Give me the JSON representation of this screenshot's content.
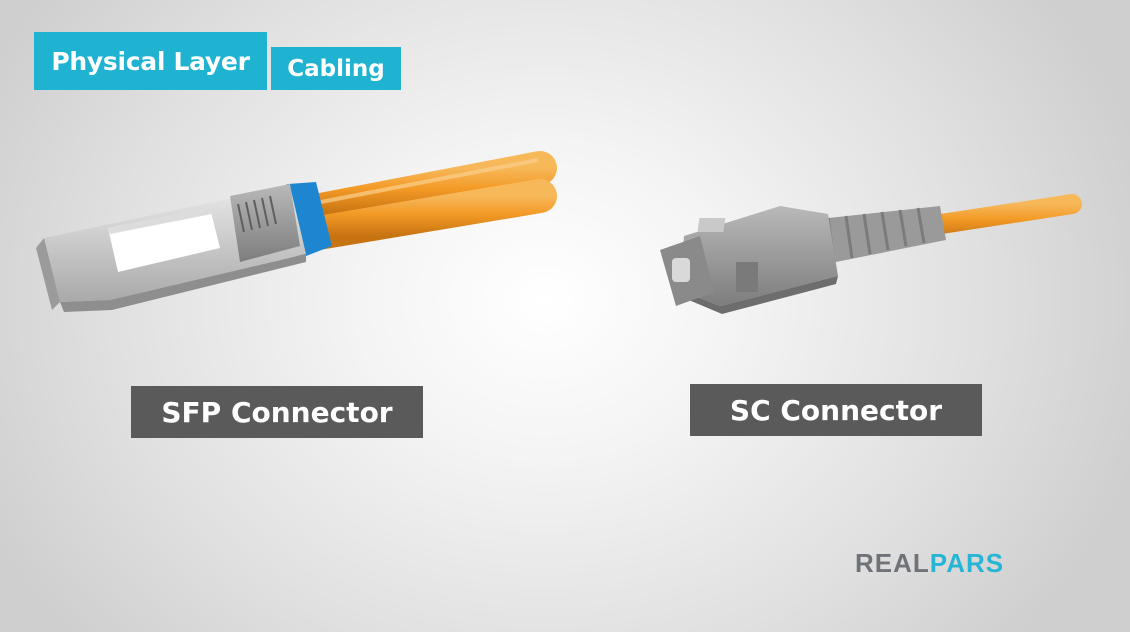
{
  "header": {
    "primary_tag": "Physical Layer",
    "secondary_tag": "Cabling"
  },
  "connectors": [
    {
      "label": "SFP Connector",
      "icon": "sfp-connector-icon"
    },
    {
      "label": "SC Connector",
      "icon": "sc-connector-icon"
    }
  ],
  "brand": {
    "part1": "REAL",
    "part2": "PARS"
  },
  "colors": {
    "tag_bg": "#1fb3d1",
    "label_bg": "#5a5a5a",
    "cable_orange": "#f2a134",
    "logo_gray": "#6f7377",
    "logo_blue": "#27b5d6"
  }
}
